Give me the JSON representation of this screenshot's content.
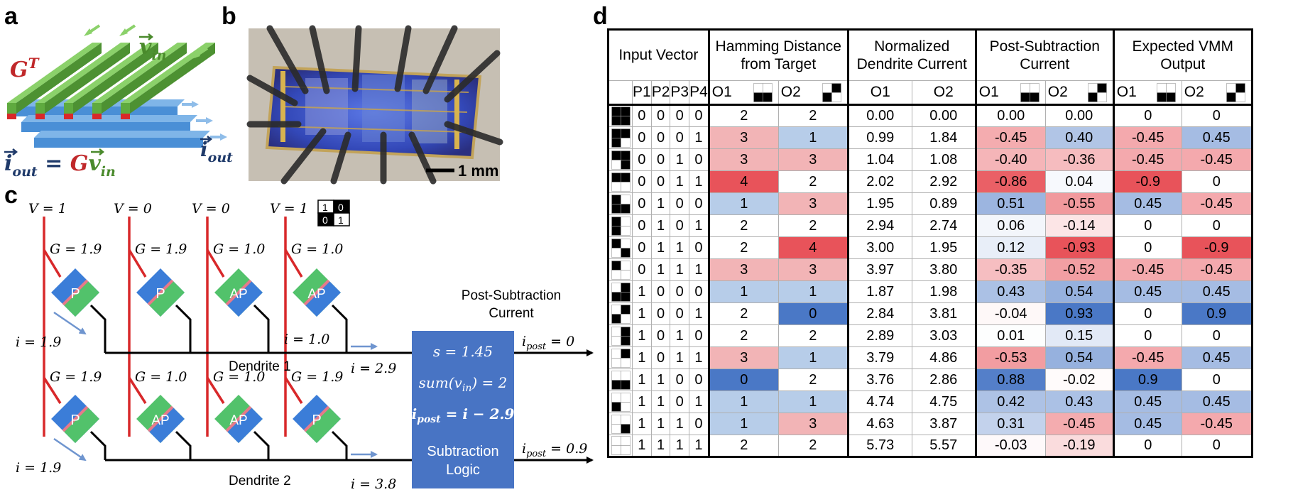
{
  "panels": {
    "a": "a",
    "b": "b",
    "c": "c",
    "d": "d"
  },
  "panel_a": {
    "gt_label": "G",
    "gt_sup": "T",
    "vin_label": "v",
    "vin_sub": "in",
    "iout_label": "i",
    "iout_sub": "out",
    "eq_lhs": "i",
    "eq_lhs_sub": "out",
    "eq_eq": " = ",
    "eq_g": "G",
    "eq_v": "v",
    "eq_v_sub": "in"
  },
  "panel_b": {
    "scale_bar": "1 mm"
  },
  "panel_c": {
    "v_labels": [
      "V = 1",
      "V = 0",
      "V = 0",
      "V = 1"
    ],
    "row1_g": [
      "G = 1.9",
      "G = 1.9",
      "G = 1.0",
      "G = 1.0"
    ],
    "row1_dev": [
      "P",
      "P",
      "AP",
      "AP"
    ],
    "row2_g": [
      "G = 1.9",
      "G = 1.0",
      "G = 1.0",
      "G = 1.9"
    ],
    "row2_dev": [
      "P",
      "AP",
      "AP",
      "P"
    ],
    "i_left_1": "i = 1.9",
    "i_left_2": "i = 1.9",
    "i_mid_1": "i = 1.0",
    "i_dend_1": "i = 2.9",
    "i_dend_2": "i = 3.8",
    "dendrite1": "Dendrite 1",
    "dendrite2": "Dendrite 2",
    "pattern": [
      "1",
      "0",
      "0",
      "1"
    ],
    "post_title_1": "Post-Subtraction",
    "post_title_2": "Current",
    "box_s": "s = 1.45",
    "box_sum": "sum(v",
    "box_sum_sub": "in",
    "box_sum_tail": ") = 2",
    "box_ipost": "i",
    "box_ipost_sub": "post",
    "box_ipost_tail": " = i − 2.9",
    "box_logic_1": "Subtraction",
    "box_logic_2": "Logic",
    "out1_i": "i",
    "out1_sub": "post",
    "out1_tail": " = 0",
    "out2_i": "i",
    "out2_sub": "post",
    "out2_tail": " = 0.9"
  },
  "table": {
    "headers": [
      "Input Vector",
      "Hamming Distance from Target",
      "Normalized Dendrite Current",
      "Post-Subtraction Current",
      "Expected VMM Output"
    ],
    "pixel_cols": [
      "P1",
      "P2",
      "P3",
      "P4"
    ],
    "out_cols": [
      "O1",
      "O2"
    ],
    "rows": [
      {
        "bits": [
          0,
          0,
          0,
          0
        ],
        "hd": [
          2,
          2
        ],
        "ndc": [
          "0.00",
          "0.00"
        ],
        "psc": [
          "0.00",
          "0.00"
        ],
        "vmm": [
          "0",
          "0"
        ]
      },
      {
        "bits": [
          0,
          0,
          0,
          1
        ],
        "hd": [
          3,
          1
        ],
        "ndc": [
          "0.99",
          "1.84"
        ],
        "psc": [
          "-0.45",
          "0.40"
        ],
        "vmm": [
          "-0.45",
          "0.45"
        ]
      },
      {
        "bits": [
          0,
          0,
          1,
          0
        ],
        "hd": [
          3,
          3
        ],
        "ndc": [
          "1.04",
          "1.08"
        ],
        "psc": [
          "-0.40",
          "-0.36"
        ],
        "vmm": [
          "-0.45",
          "-0.45"
        ]
      },
      {
        "bits": [
          0,
          0,
          1,
          1
        ],
        "hd": [
          4,
          2
        ],
        "ndc": [
          "2.02",
          "2.92"
        ],
        "psc": [
          "-0.86",
          "0.04"
        ],
        "vmm": [
          "-0.9",
          "0"
        ]
      },
      {
        "bits": [
          0,
          1,
          0,
          0
        ],
        "hd": [
          1,
          3
        ],
        "ndc": [
          "1.95",
          "0.89"
        ],
        "psc": [
          "0.51",
          "-0.55"
        ],
        "vmm": [
          "0.45",
          "-0.45"
        ]
      },
      {
        "bits": [
          0,
          1,
          0,
          1
        ],
        "hd": [
          2,
          2
        ],
        "ndc": [
          "2.94",
          "2.74"
        ],
        "psc": [
          "0.06",
          "-0.14"
        ],
        "vmm": [
          "0",
          "0"
        ]
      },
      {
        "bits": [
          0,
          1,
          1,
          0
        ],
        "hd": [
          2,
          4
        ],
        "ndc": [
          "3.00",
          "1.95"
        ],
        "psc": [
          "0.12",
          "-0.93"
        ],
        "vmm": [
          "0",
          "-0.9"
        ]
      },
      {
        "bits": [
          0,
          1,
          1,
          1
        ],
        "hd": [
          3,
          3
        ],
        "ndc": [
          "3.97",
          "3.80"
        ],
        "psc": [
          "-0.35",
          "-0.52"
        ],
        "vmm": [
          "-0.45",
          "-0.45"
        ]
      },
      {
        "bits": [
          1,
          0,
          0,
          0
        ],
        "hd": [
          1,
          1
        ],
        "ndc": [
          "1.87",
          "1.98"
        ],
        "psc": [
          "0.43",
          "0.54"
        ],
        "vmm": [
          "0.45",
          "0.45"
        ]
      },
      {
        "bits": [
          1,
          0,
          0,
          1
        ],
        "hd": [
          2,
          0
        ],
        "ndc": [
          "2.84",
          "3.81"
        ],
        "psc": [
          "-0.04",
          "0.93"
        ],
        "vmm": [
          "0",
          "0.9"
        ]
      },
      {
        "bits": [
          1,
          0,
          1,
          0
        ],
        "hd": [
          2,
          2
        ],
        "ndc": [
          "2.89",
          "3.03"
        ],
        "psc": [
          "0.01",
          "0.15"
        ],
        "vmm": [
          "0",
          "0"
        ]
      },
      {
        "bits": [
          1,
          0,
          1,
          1
        ],
        "hd": [
          3,
          1
        ],
        "ndc": [
          "3.79",
          "4.86"
        ],
        "psc": [
          "-0.53",
          "0.54"
        ],
        "vmm": [
          "-0.45",
          "0.45"
        ]
      },
      {
        "bits": [
          1,
          1,
          0,
          0
        ],
        "hd": [
          0,
          2
        ],
        "ndc": [
          "3.76",
          "2.86"
        ],
        "psc": [
          "0.88",
          "-0.02"
        ],
        "vmm": [
          "0.9",
          "0"
        ]
      },
      {
        "bits": [
          1,
          1,
          0,
          1
        ],
        "hd": [
          1,
          1
        ],
        "ndc": [
          "4.74",
          "4.75"
        ],
        "psc": [
          "0.42",
          "0.43"
        ],
        "vmm": [
          "0.45",
          "0.45"
        ]
      },
      {
        "bits": [
          1,
          1,
          1,
          0
        ],
        "hd": [
          1,
          3
        ],
        "ndc": [
          "4.63",
          "3.87"
        ],
        "psc": [
          "0.31",
          "-0.45"
        ],
        "vmm": [
          "0.45",
          "-0.45"
        ]
      },
      {
        "bits": [
          1,
          1,
          1,
          1
        ],
        "hd": [
          2,
          2
        ],
        "ndc": [
          "5.73",
          "5.57"
        ],
        "psc": [
          "-0.03",
          "-0.19"
        ],
        "vmm": [
          "0",
          "0"
        ]
      }
    ]
  },
  "colors": {
    "positive_blue": "#4a78c6",
    "negative_red": "#e8535a",
    "bar_green": "#5faa3f",
    "bar_red": "#d8282a",
    "bar_blue": "#4a8fd6",
    "dev_blue": "#3b7dd8",
    "dev_green": "#52c26b",
    "logic_box": "#4874c4",
    "gt_red": "#c0282a",
    "vin_green": "#4a8a2c",
    "iout_navy": "#1f3a6a"
  }
}
